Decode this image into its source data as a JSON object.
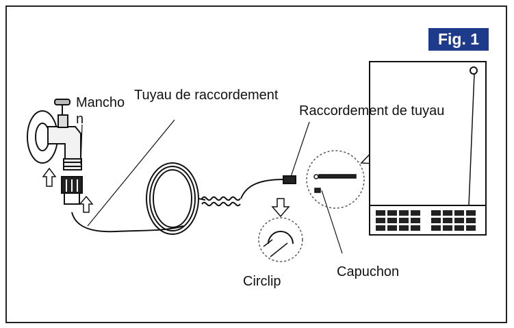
{
  "figure": {
    "badge": "Fig. 1",
    "badge_color": "#1e3a8a"
  },
  "labels": {
    "manchon_line1": "Mancho",
    "manchon_line2": "n",
    "tuyau_raccordement": "Tuyau de raccordement",
    "raccordement_tuyau": "Raccordement de tuyau",
    "circlip": "Circlip",
    "capuchon": "Capuchon"
  },
  "icons": [
    "faucet-icon",
    "hose-coil-icon",
    "appliance-icon",
    "arrow-up-icon",
    "arrow-down-icon",
    "curved-arrow-icon"
  ]
}
